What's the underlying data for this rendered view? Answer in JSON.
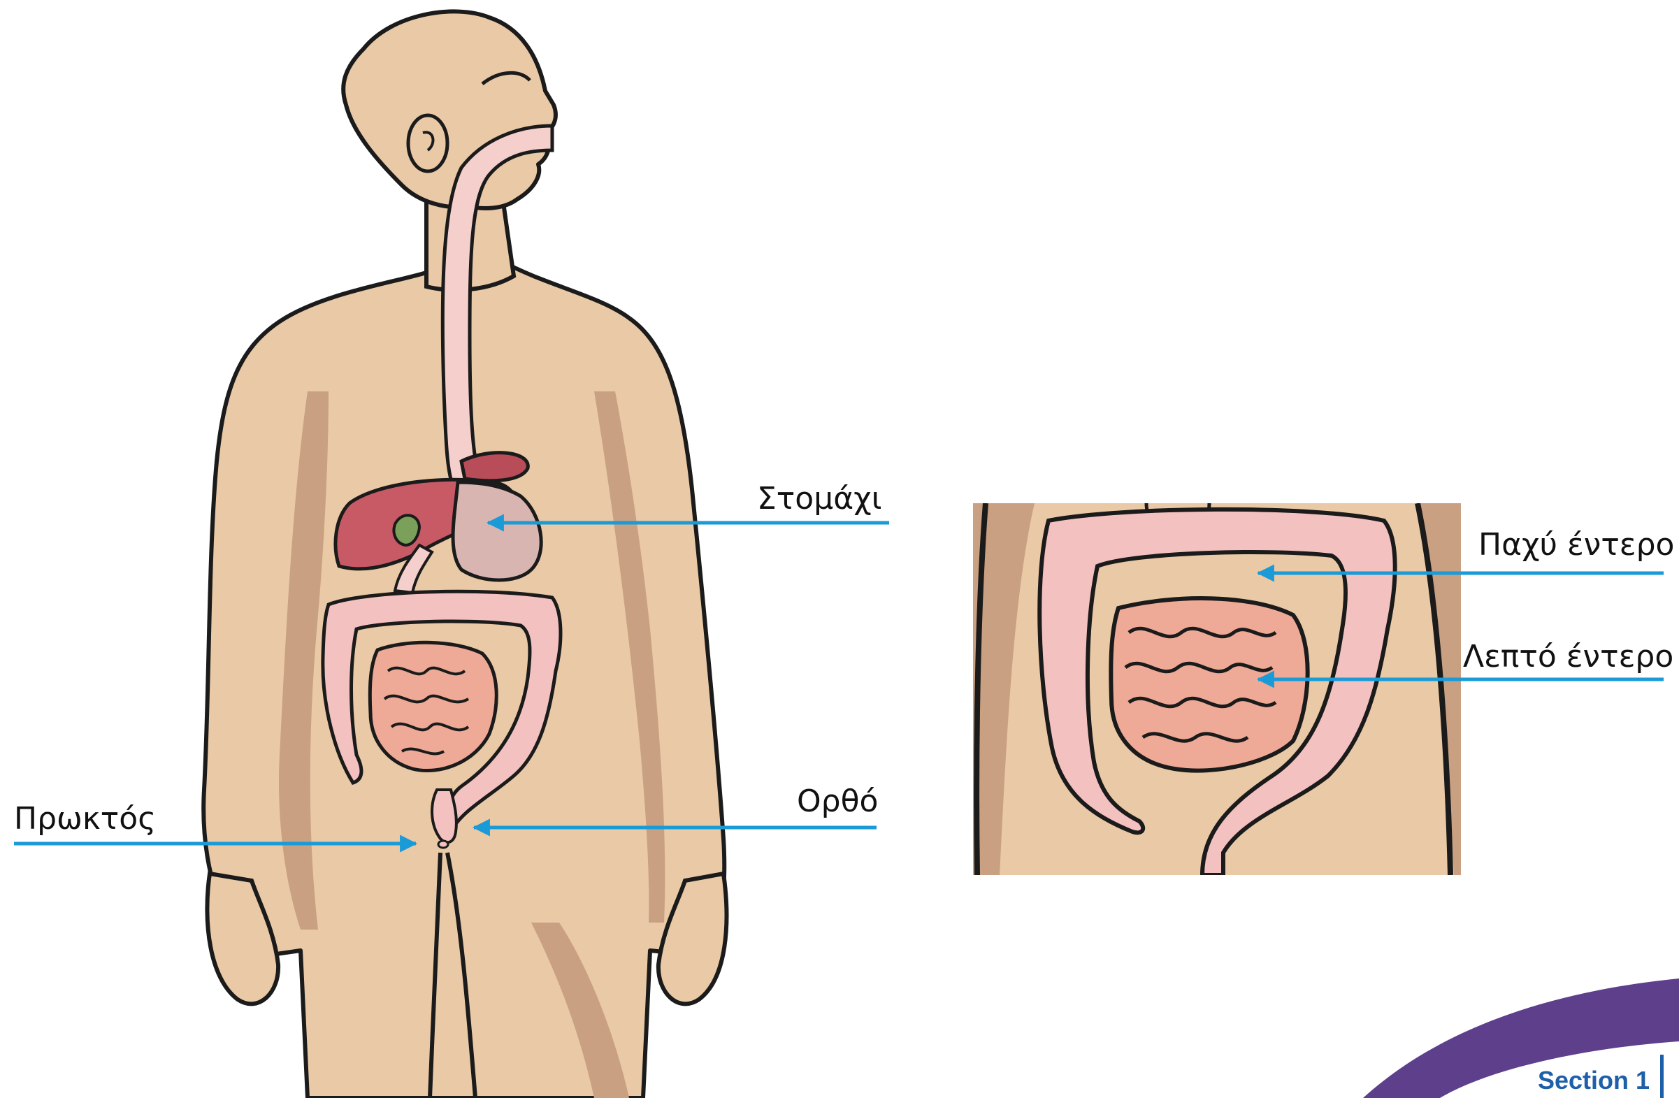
{
  "labels": {
    "stomach": "Στομάχι",
    "rectum": "Ορθό",
    "anus": "Πρωκτός",
    "large_intestine": "Παχύ έντερο",
    "small_intestine": "Λεπτό έντερο"
  },
  "footer": {
    "section": "Section 1"
  },
  "colors": {
    "skin": "#e9c9a6",
    "skin_shadow": "#c9a081",
    "outline": "#1b1b1b",
    "tract": "#f4cfcc",
    "liver": "#c85a65",
    "gallbladder": "#7aa05a",
    "large_intestine": "#f3c2c0",
    "small_intestine": "#eeaa96",
    "arrow": "#1a9ad6",
    "accent_purple": "#5e3f8c",
    "footer_blue": "#1d5fa8"
  }
}
